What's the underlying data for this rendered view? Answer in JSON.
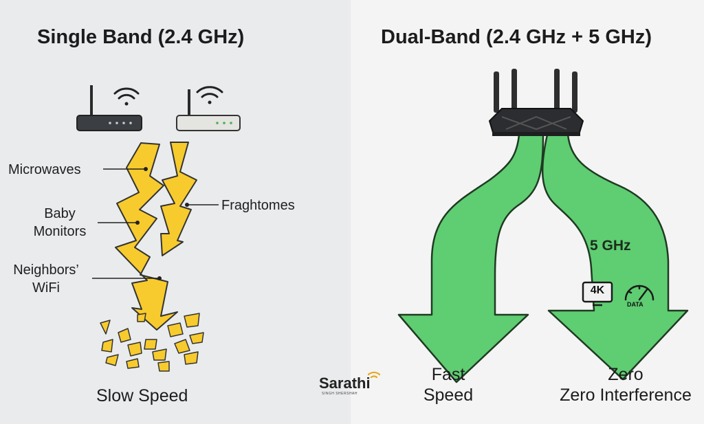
{
  "left": {
    "title": "Single Band (2.4 GHz)",
    "interference_labels": {
      "microwaves": "Microwaves",
      "baby_monitors_line1": "Baby",
      "baby_monitors_line2": "Monitors",
      "neighbors_line1": "Neighbors’",
      "neighbors_line2": "WiFi",
      "fraghtomes": "Fraghtomes"
    },
    "result": "Slow Speed",
    "colors": {
      "bolt": "#f7cb2d",
      "bolt_outline": "#333333"
    }
  },
  "right": {
    "title": "Dual-Band (2.4 GHz + 5 GHz)",
    "band_label": "5 GHz",
    "badge_4k": "4K",
    "badge_data": "DATA",
    "result_left_line1": "Fast",
    "result_left_line2": "Speed",
    "result_right_line1": "Zero",
    "result_right_line2": "Zero Interference",
    "colors": {
      "arrow": "#5fcd72",
      "arrow_outline": "#1f3a22"
    }
  },
  "brand": {
    "name": "Sarathi",
    "tagline": "SINGH SHERSHAH"
  },
  "icons": [
    "router-icon",
    "wifi-icon",
    "lightning-bolt-icon",
    "tv-4k-icon",
    "speedometer-icon"
  ]
}
